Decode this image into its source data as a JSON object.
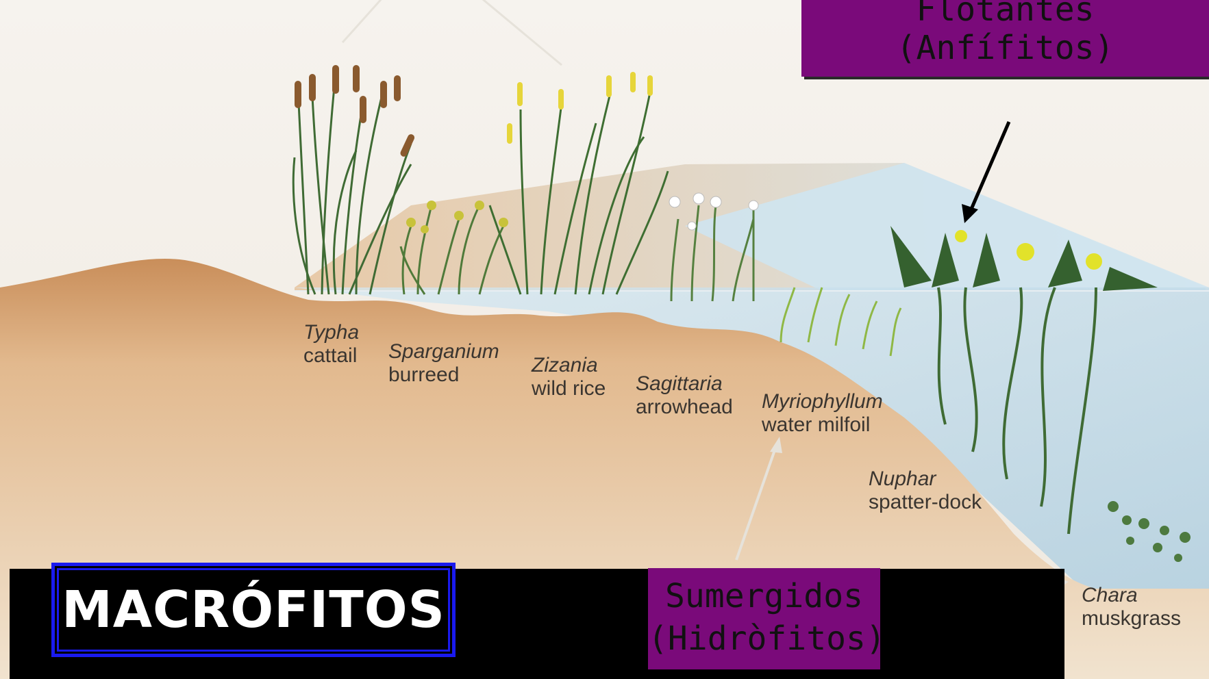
{
  "title": "MACRÓFITOS",
  "categories": {
    "floating": {
      "line1": "Flotantes",
      "line2": "(Anfífitos)"
    },
    "submerged": {
      "line1": "Sumergidos",
      "line2": "(Hidròfitos)"
    }
  },
  "species": [
    {
      "scientific": "Typha",
      "common": "cattail"
    },
    {
      "scientific": "Sparganium",
      "common": "burreed"
    },
    {
      "scientific": "Zizania",
      "common": "wild rice"
    },
    {
      "scientific": "Sagittaria",
      "common": "arrowhead"
    },
    {
      "scientific": "Myriophyllum",
      "common": "water milfoil"
    },
    {
      "scientific": "Nuphar",
      "common": "spatter-dock"
    },
    {
      "scientific": "Chara",
      "common": "muskgrass"
    }
  ],
  "colors": {
    "purple_box": "#7a0a7a",
    "title_border": "#1a1aee",
    "sediment": "#d9a777",
    "water": "#b6d5e8"
  }
}
